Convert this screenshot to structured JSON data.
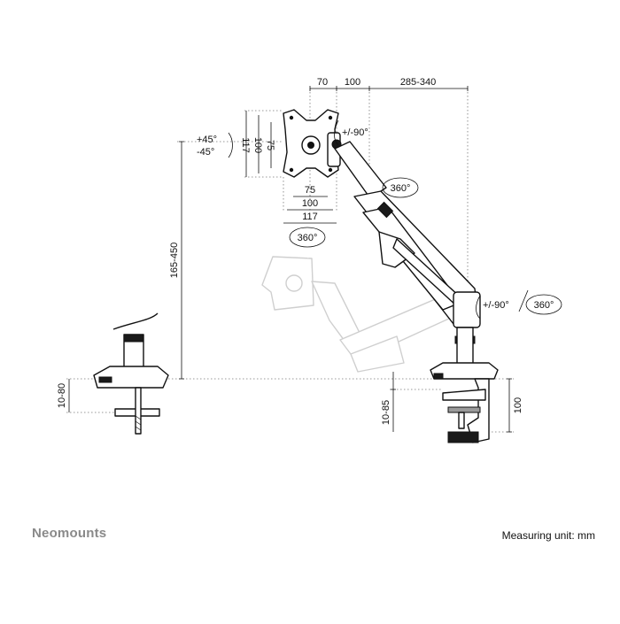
{
  "brand": "Neomounts",
  "unit_note": "Measuring unit: mm",
  "dimensions": {
    "top_a": "70",
    "top_b": "100",
    "top_c": "285-340",
    "vesa_w_75": "75",
    "vesa_w_100": "100",
    "vesa_w_117": "117",
    "vesa_h_75": "75",
    "vesa_h_100": "100",
    "vesa_h_117": "117",
    "height_range": "165-450",
    "small_clamp": "10-80",
    "clamp_range": "10-85",
    "clamp_height": "100"
  },
  "rotations": {
    "tilt_plus": "+45°",
    "tilt_minus": "-45°",
    "swivel_head": "+/-90°",
    "rotate_head": "360°",
    "rotate_arm": "360°",
    "rotate_plate": "360°",
    "swivel_base": "+/-90°",
    "rotate_base": "360°"
  }
}
